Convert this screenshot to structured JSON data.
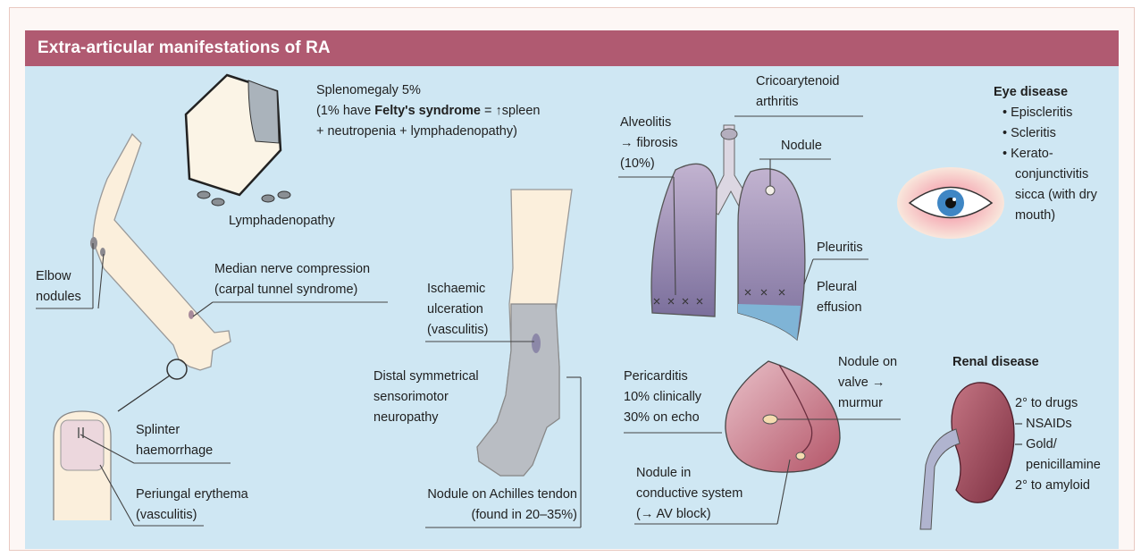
{
  "header": {
    "title": "Extra-articular manifestations of RA"
  },
  "labels": {
    "splenomegaly": {
      "line1": "Splenomegaly 5%",
      "line2_a": "(1% have ",
      "line2_bold": "Felty's syndrome",
      "line2_b": " = ↑spleen",
      "line3": "+ neutropenia + lymphadenopathy)"
    },
    "lymphadenopathy": "Lymphadenopathy",
    "elbow_nodules": [
      "Elbow",
      "nodules"
    ],
    "median_nerve": [
      "Median nerve compression",
      "(carpal tunnel syndrome)"
    ],
    "splinter": [
      "Splinter",
      "haemorrhage"
    ],
    "periungal": [
      "Periungal erythema",
      "(vasculitis)"
    ],
    "ischaemic": [
      "Ischaemic",
      "ulceration",
      "(vasculitis)"
    ],
    "distal": [
      "Distal symmetrical",
      "sensorimotor",
      "neuropathy"
    ],
    "achilles": [
      "Nodule on Achilles tendon",
      "(found in 20–35%)"
    ],
    "alveolitis": [
      "Alveolitis",
      "→ fibrosis",
      "(10%)"
    ],
    "cricoarytenoid": [
      "Cricoarytenoid",
      "arthritis"
    ],
    "nodule": "Nodule",
    "pleuritis": "Pleuritis",
    "pleural_effusion": [
      "Pleural",
      "effusion"
    ],
    "pericarditis": [
      "Pericarditis",
      "10% clinically",
      "30% on echo"
    ],
    "nodule_valve": [
      "Nodule on",
      "valve →",
      "murmur"
    ],
    "nodule_conductive": [
      "Nodule in",
      "conductive system",
      "(→ AV block)"
    ],
    "eye": {
      "title": "Eye disease",
      "items": [
        "• Episcleritis",
        "• Scleritis",
        "• Kerato-",
        "conjunctivitis",
        "sicca (with dry",
        "mouth)"
      ]
    },
    "renal": {
      "title": "Renal disease",
      "items": [
        "2° to drugs",
        "– NSAIDs",
        "– Gold/",
        "penicillamine",
        "2° to amyloid"
      ]
    }
  }
}
